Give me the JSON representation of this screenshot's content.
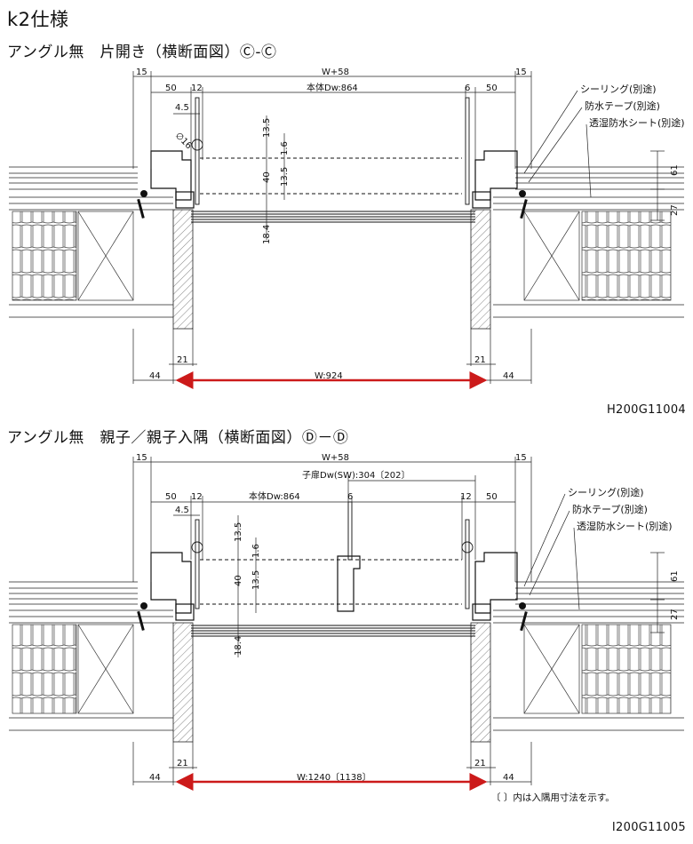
{
  "page_title": "k2仕様",
  "sections": [
    {
      "subtitle": "アングル無　片開き（横断面図）Ⓒ-Ⓒ",
      "code": "H200G11004",
      "dims": {
        "d15L": "15",
        "wTop": "W+58",
        "d15R": "15",
        "d50L": "50",
        "d12L": "12",
        "bodyDw": "本体Dw:864",
        "d6": "6",
        "d50R": "50",
        "d45": "4.5",
        "d135a": "13.5",
        "d16": "1.6",
        "d40": "40",
        "d135b": "13.5",
        "dia": "∅16",
        "d184": "18.4",
        "d61": "61",
        "d27": "27",
        "d21L": "21",
        "d21R": "21",
        "d44L": "44",
        "d44R": "44",
        "wBottom": "W:924"
      },
      "labels": {
        "seal": "シーリング(別途)",
        "tape": "防水テープ(別途)",
        "sheet": "透湿防水シート(別途)"
      }
    },
    {
      "subtitle": "アングル無　親子／親子入隅（横断面図）Ⓓ－Ⓓ",
      "code": "I200G11005",
      "dims": {
        "d15L": "15",
        "wTop": "W+58",
        "d15R": "15",
        "koDw": "子扉Dw(SW):304〔202〕",
        "d50L": "50",
        "d12L": "12",
        "bodyDw": "本体Dw:864",
        "d6": "6",
        "d12R": "12",
        "d50R": "50",
        "d45": "4.5",
        "d135a": "13.5",
        "d16": "1.6",
        "d40": "40",
        "d135b": "13.5",
        "d184": "18.4",
        "d61": "61",
        "d27": "27",
        "d21L": "21",
        "d21R": "21",
        "d44L": "44",
        "d44R": "44",
        "wBottom": "W:1240〔1138〕"
      },
      "labels": {
        "seal": "シーリング(別途)",
        "tape": "防水テープ(別途)",
        "sheet": "透湿防水シート(別途)"
      },
      "note": "〔 〕内は入隅用寸法を示す。"
    }
  ],
  "colors": {
    "line": "#111111",
    "accent": "#cc1a1a",
    "hatch": "#555555"
  }
}
